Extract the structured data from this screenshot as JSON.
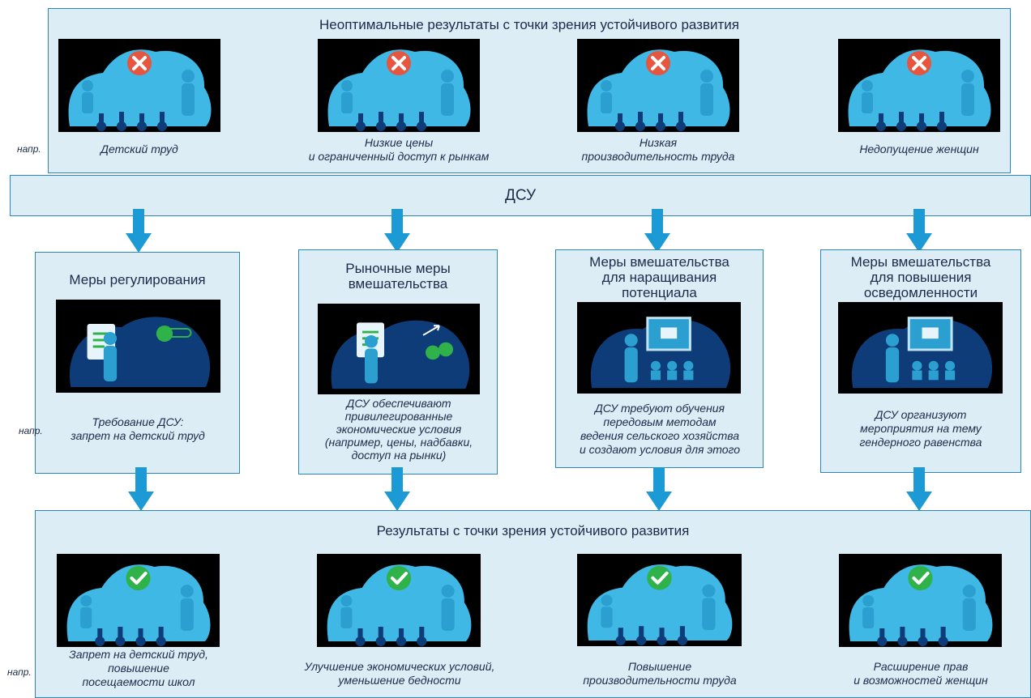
{
  "top_panel": {
    "title": "Неоптимальные результаты с точки зрения устойчивого развития",
    "items": [
      {
        "caption": "Детский труд",
        "icon": "cross-icon"
      },
      {
        "caption": "Низкие цены\nи ограниченный доступ к рынкам",
        "icon": "cross-icon"
      },
      {
        "caption": "Низкая\nпроизводительность труда",
        "icon": "cross-icon"
      },
      {
        "caption": "Недопущение женщин",
        "icon": "cross-icon"
      }
    ]
  },
  "eg_label": "напр.",
  "dsu_bar": {
    "label": "ДСУ"
  },
  "measures": [
    {
      "title": "Меры регулирования",
      "caption": "Требование ДСУ:\nзапрет на детский труд"
    },
    {
      "title": "Рыночные меры\nвмешательства",
      "caption": "ДСУ обеспечивают\nпривилегированные\nэкономические условия\n(например, цены, надбавки,\nдоступ на рынки)"
    },
    {
      "title": "Меры вмешательства\nдля наращивания\nпотенциала",
      "caption": "ДСУ требуют обучения\nпередовым методам\nведения сельского хозяйства\nи создают условия для этого"
    },
    {
      "title": "Меры вмешательства\nдля повышения\nосведомленности",
      "caption": "ДСУ организуют\nмероприятия на тему\nгендерного равенства"
    }
  ],
  "bottom_panel": {
    "title": "Результаты с точки зрения устойчивого развития",
    "items": [
      {
        "caption": "Запрет на детский труд,\nповышение\nпосещаемости школ",
        "icon": "check-icon"
      },
      {
        "caption": "Улучшение экономических условий,\nуменьшение бедности",
        "icon": "check-icon"
      },
      {
        "caption": "Повышение\nпроизводительности труда",
        "icon": "check-icon"
      },
      {
        "caption": "Расширение прав\nи возможностей женщин",
        "icon": "check-icon"
      }
    ]
  },
  "colors": {
    "panel_bg": "#dcedf5",
    "border": "#2a86bf",
    "arrow": "#1b9ad6",
    "illustration_light": "#3fb8e6",
    "illustration_dark": "#0e3c78",
    "cross": "#e8553f",
    "check": "#2fb24a"
  }
}
